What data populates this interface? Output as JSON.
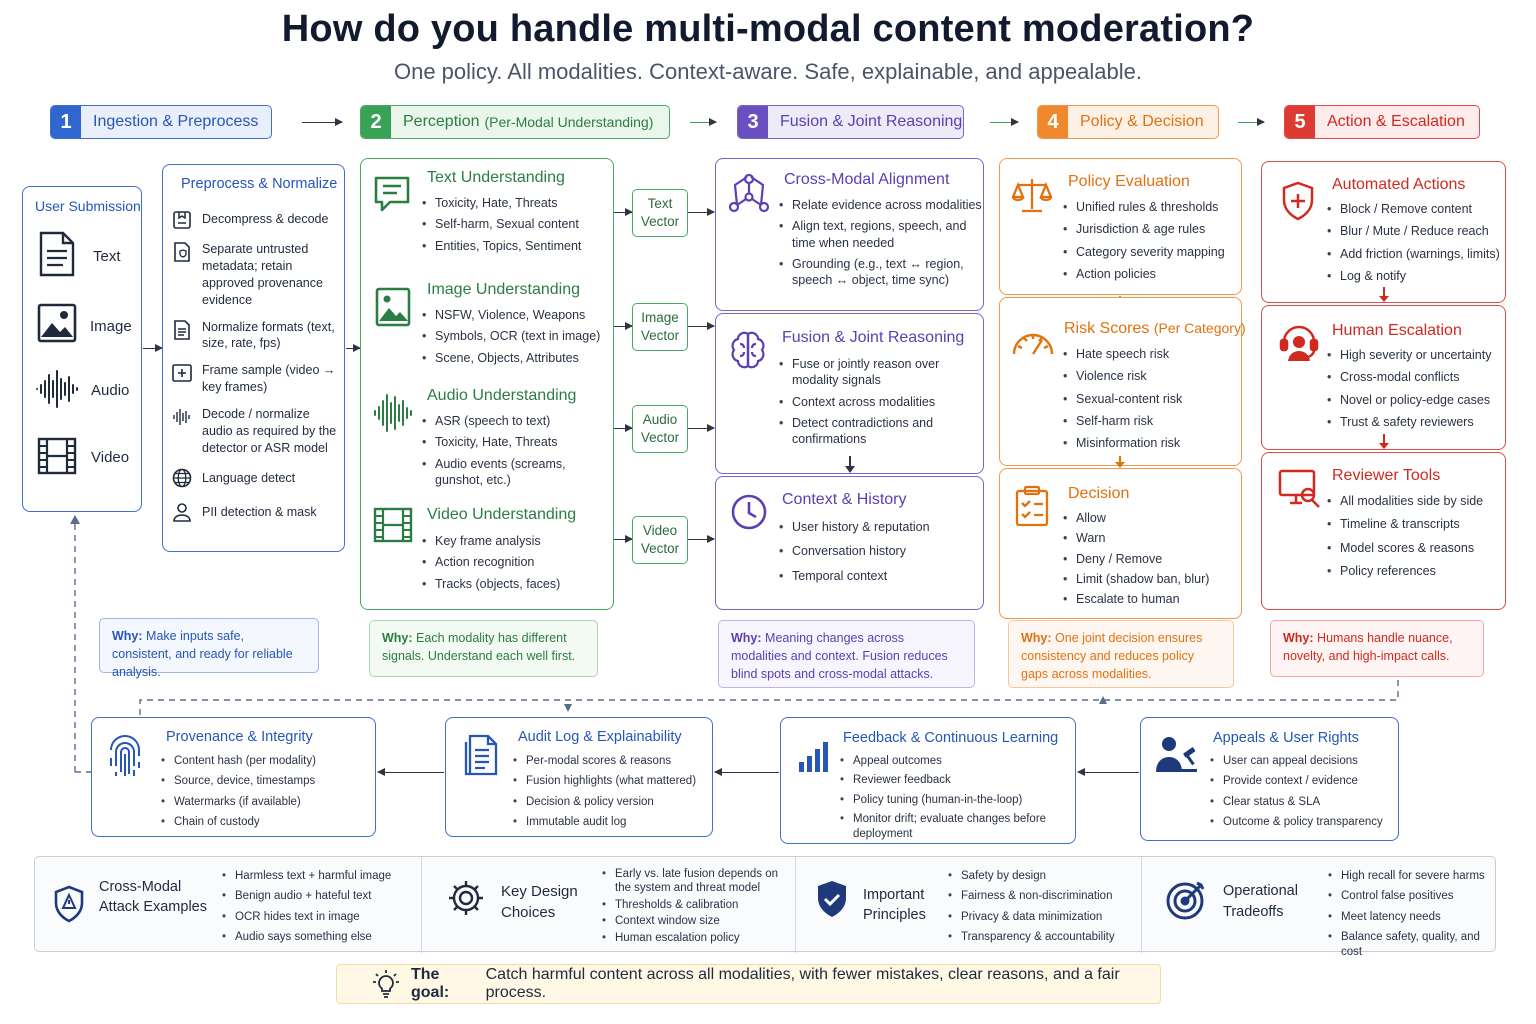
{
  "title": "How do you handle multi-modal content moderation?",
  "subtitle": "One policy. All modalities. Context-aware. Safe, explainable, and appealable.",
  "colors": {
    "blue": "#2556b8",
    "green": "#2c7d43",
    "purple": "#5b3fb3",
    "orange": "#e2710f",
    "red": "#d2291f"
  },
  "stages": [
    {
      "num": "1",
      "label": "Ingestion & Preprocess",
      "sub": ""
    },
    {
      "num": "2",
      "label": "Perception",
      "sub": "(Per-Modal Understanding)"
    },
    {
      "num": "3",
      "label": "Fusion & Joint Reasoning",
      "sub": ""
    },
    {
      "num": "4",
      "label": "Policy & Decision",
      "sub": ""
    },
    {
      "num": "5",
      "label": "Action & Escalation",
      "sub": ""
    }
  ],
  "user_submission": {
    "title": "User Submission",
    "items": [
      {
        "icon": "document-icon",
        "label": "Text"
      },
      {
        "icon": "image-icon",
        "label": "Image"
      },
      {
        "icon": "waveform-icon",
        "label": "Audio"
      },
      {
        "icon": "film-icon",
        "label": "Video"
      }
    ]
  },
  "preprocess": {
    "title": "Preprocess & Normalize",
    "items": [
      {
        "icon": "archive-icon",
        "text": "Decompress & decode"
      },
      {
        "icon": "file-shield-icon",
        "text": "Separate untrusted metadata; retain approved provenance evidence"
      },
      {
        "icon": "file-lines-icon",
        "text": "Normalize formats (text, size, rate, fps)"
      },
      {
        "icon": "frame-plus-icon",
        "text": "Frame sample (video → key frames)"
      },
      {
        "icon": "waveform-icon",
        "text": "Decode / normalize audio as required by the detector or ASR model"
      },
      {
        "icon": "globe-icon",
        "text": "Language detect"
      },
      {
        "icon": "user-mask-icon",
        "text": "PII detection & mask"
      }
    ]
  },
  "perception": [
    {
      "icon": "chat-icon",
      "title": "Text Understanding",
      "items": [
        "Toxicity, Hate, Threats",
        "Self-harm, Sexual content",
        "Entities, Topics, Sentiment"
      ],
      "vector": [
        "Text",
        "Vector"
      ]
    },
    {
      "icon": "image-icon",
      "title": "Image Understanding",
      "items": [
        "NSFW, Violence, Weapons",
        "Symbols, OCR (text in image)",
        "Scene, Objects, Attributes"
      ],
      "vector": [
        "Image",
        "Vector"
      ]
    },
    {
      "icon": "waveform-icon",
      "title": "Audio Understanding",
      "items": [
        "ASR (speech to text)",
        "Toxicity, Hate, Threats",
        "Audio events (screams, gunshot, etc.)"
      ],
      "vector": [
        "Audio",
        "Vector"
      ]
    },
    {
      "icon": "film-icon",
      "title": "Video Understanding",
      "items": [
        "Key frame analysis",
        "Action recognition",
        "Tracks (objects, faces)"
      ],
      "vector": [
        "Video",
        "Vector"
      ]
    }
  ],
  "fusion": [
    {
      "icon": "network-icon",
      "title": "Cross-Modal Alignment",
      "items": [
        "Relate evidence across modalities",
        "Align text, regions, speech, and time when needed",
        "Grounding (e.g., text ↔ region, speech ↔ object, time sync)"
      ]
    },
    {
      "icon": "brain-icon",
      "title": "Fusion & Joint Reasoning",
      "items": [
        "Fuse or jointly reason over modality signals",
        "Context across modalities",
        "Detect contradictions and confirmations"
      ]
    },
    {
      "icon": "clock-icon",
      "title": "Context & History",
      "items": [
        "User history & reputation",
        "Conversation history",
        "Temporal context"
      ]
    }
  ],
  "policy": [
    {
      "icon": "scales-icon",
      "title": "Policy Evaluation",
      "title_sub": "",
      "items": [
        "Unified rules & thresholds",
        "Jurisdiction & age rules",
        "Category severity mapping",
        "Action policies"
      ]
    },
    {
      "icon": "gauge-icon",
      "title": "Risk Scores",
      "title_sub": "(Per Category)",
      "items": [
        "Hate speech risk",
        "Violence risk",
        "Sexual-content risk",
        "Self-harm risk",
        "Misinformation risk"
      ]
    },
    {
      "icon": "clipboard-check-icon",
      "title": "Decision",
      "title_sub": "",
      "items": [
        "Allow",
        "Warn",
        "Deny / Remove",
        "Limit (shadow ban, blur)",
        "Escalate to human"
      ]
    }
  ],
  "action": [
    {
      "icon": "shield-plus-icon",
      "title": "Automated Actions",
      "items": [
        "Block / Remove content",
        "Blur / Mute / Reduce reach",
        "Add friction (warnings, limits)",
        "Log & notify"
      ]
    },
    {
      "icon": "headset-icon",
      "title": "Human Escalation",
      "items": [
        "High severity or uncertainty",
        "Cross-modal conflicts",
        "Novel or policy-edge cases",
        "Trust & safety reviewers"
      ]
    },
    {
      "icon": "monitor-search-icon",
      "title": "Reviewer Tools",
      "items": [
        "All modalities side by side",
        "Timeline & transcripts",
        "Model scores & reasons",
        "Policy references"
      ]
    }
  ],
  "why": [
    {
      "label": "Why:",
      "text": "Make inputs safe, consistent, and ready for reliable analysis."
    },
    {
      "label": "Why:",
      "text": "Each modality has different signals. Understand each well first."
    },
    {
      "label": "Why:",
      "text": "Meaning changes across modalities and context. Fusion reduces blind spots and cross-modal attacks."
    },
    {
      "label": "Why:",
      "text": "One joint decision ensures consistency and reduces policy gaps across modalities."
    },
    {
      "label": "Why:",
      "text": "Humans handle nuance, novelty, and high-impact calls."
    }
  ],
  "support": [
    {
      "icon": "fingerprint-icon",
      "title": "Provenance & Integrity",
      "items": [
        "Content hash (per modality)",
        "Source, device, timestamps",
        "Watermarks (if available)",
        "Chain of custody"
      ]
    },
    {
      "icon": "log-doc-icon",
      "title": "Audit Log & Explainability",
      "items": [
        "Per-modal scores & reasons",
        "Fusion highlights (what mattered)",
        "Decision & policy version",
        "Immutable audit log"
      ]
    },
    {
      "icon": "bar-chart-icon",
      "title": "Feedback & Continuous Learning",
      "items": [
        "Appeal outcomes",
        "Reviewer feedback",
        "Policy tuning (human-in-the-loop)",
        "Monitor drift; evaluate changes before deployment"
      ]
    },
    {
      "icon": "user-gavel-icon",
      "title": "Appeals & User Rights",
      "items": [
        "User can appeal decisions",
        "Provide context / evidence",
        "Clear status & SLA",
        "Outcome & policy transparency"
      ]
    }
  ],
  "strip": [
    {
      "icon": "shield-alert-icon",
      "title": "Cross-Modal Attack Examples",
      "items": [
        "Harmless text + harmful image",
        "Benign audio + hateful text",
        "OCR hides text in image",
        "Audio says something else"
      ]
    },
    {
      "icon": "gear-icon",
      "title": "Key Design Choices",
      "items": [
        "Early vs. late fusion depends on the system and threat model",
        "Thresholds & calibration",
        "Context window size",
        "Human escalation policy"
      ]
    },
    {
      "icon": "shield-check-icon",
      "title": "Important Principles",
      "items": [
        "Safety by design",
        "Fairness & non-discrimination",
        "Privacy & data minimization",
        "Transparency & accountability"
      ]
    },
    {
      "icon": "target-icon",
      "title": "Operational Tradeoffs",
      "items": [
        "High recall for severe harms",
        "Control false positives",
        "Meet latency needs",
        "Balance safety, quality, and cost"
      ]
    }
  ],
  "goal": {
    "icon": "lightbulb-icon",
    "label": "The goal:",
    "text": "Catch harmful content across all modalities, with fewer mistakes, clear reasons, and a fair process."
  }
}
